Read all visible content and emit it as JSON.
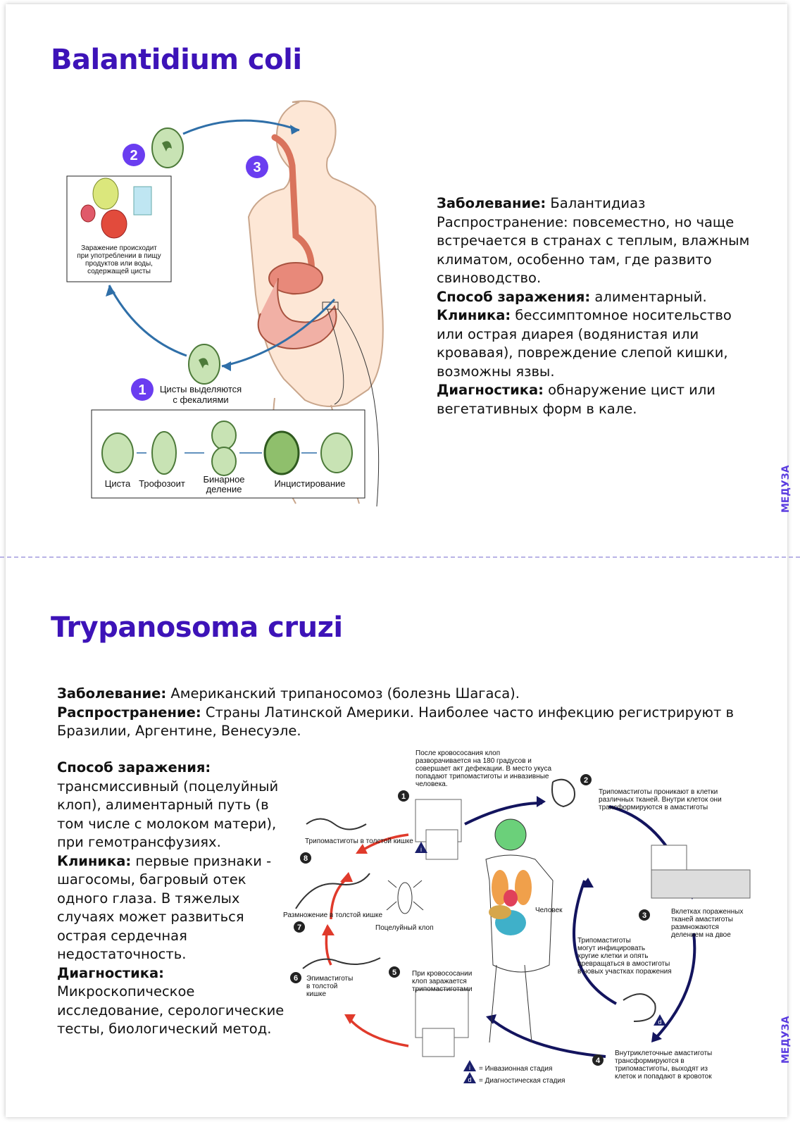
{
  "section1": {
    "title": "Balantidium coli",
    "diagram": {
      "steps": [
        "1",
        "2",
        "3"
      ],
      "infection_note": "Заражение происходит при употреблении в пищу продуктов или воды, содержащей цисты",
      "cysts_excreted": "Цисты выделяются с фекалиями",
      "stages": [
        "Циста",
        "Трофозоит",
        "Бинарное деление",
        "Инцистирование"
      ]
    },
    "info": {
      "disease_label": "Заболевание:",
      "disease_value": " Балантидиаз",
      "spread": "Распространение: повсеместно, но чаще встречается в странах с теплым, влажным климатом, особенно там, где развито свиноводство.",
      "route_label": "Способ заражения:",
      "route_value": " алиментарный.",
      "clinic_label": "Клиника:",
      "clinic_value": " бессимптомное носительство или острая диарея (водянистая или кровавая), повреждение слепой кишки, возможны язвы.",
      "diag_label": "Диагностика:",
      "diag_value": " обнаружение цист или вегетативных форм в кале."
    }
  },
  "section2": {
    "title": "Trypanosoma cruzi",
    "intro": {
      "disease_label": "Заболевание:",
      "disease_value": " Американский трипаносомоз (болезнь Шагаса).",
      "spread_label": "Распространение:",
      "spread_value": " Страны Латинской Америки. Наиболее часто инфекцию регистрируют в Бразилии, Аргентине, Венесуэле."
    },
    "side": {
      "route_label": "Способ заражения:",
      "route_value": "трансмиссивный (поцелуйный клоп), алиментарный путь (в том числе с молоком матери), при гемотрансфузиях.",
      "clinic_label": "Клиника:",
      "clinic_value": " первые признаки - шагосомы, багровый отек одного глаза. В тяжелых случаях может развиться острая сердечная недостаточность.",
      "diag_label": "Диагностика:",
      "diag_value": "Микроскопическое исследование, серологические тесты, биологический метод."
    },
    "diagram": {
      "step1": "После кровососания клоп разворачивается на 180 градусов и совершает акт дефекации. В место укуса попадают трипомастиготы и инвазивные человека.",
      "step2": "Трипомастиготы проникают в клетки различных тканей. Внутри клеток они трансформируются в амастиготы",
      "step3": "Вклетках пораженных тканей амастиготы размножаются делением на двое",
      "step3b": "Трипомастиготы могут инфицировать хругие клетки и опять превращаться в амостиготы в новых участках поражения",
      "step4": "Внутриклеточные амастиготы трансформируются в трипомастиготы, выходят из клеток и попадают в кровоток",
      "step5": "При кровососании клоп заражается трипомастиготами",
      "step6": "Эпимастиготы в толстой кишке",
      "step7": "Размножение в толстой кишке",
      "step8": "Трипомастиготы в толстой кишке",
      "bug": "Поцелуйный клоп",
      "human": "Человек",
      "legend_i": "= Инвазионная стадия",
      "legend_d": "= Диагностическая стадия",
      "nums": [
        "1",
        "2",
        "3",
        "4",
        "5",
        "6",
        "7",
        "8"
      ],
      "i": "i",
      "d": "d"
    }
  },
  "brand": "МЕДУЗА",
  "colors": {
    "accent": "#3d13b8",
    "badge": "#6a3df0",
    "arrow_blue": "#2f6fa8",
    "arrow_red": "#e03a2b",
    "arrow_navy": "#13145e"
  }
}
